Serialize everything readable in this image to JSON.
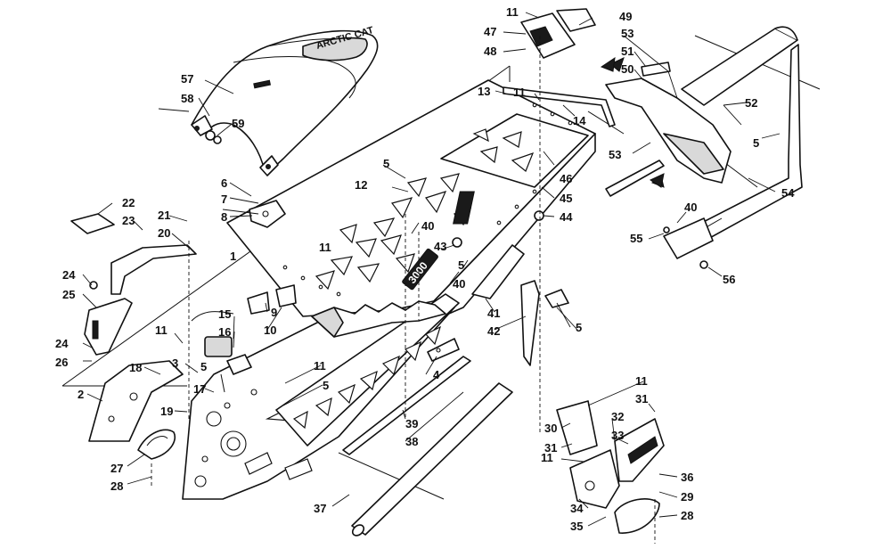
{
  "diagram": {
    "callouts": [
      "1",
      "2",
      "3",
      "4",
      "5",
      "6",
      "7",
      "8",
      "9",
      "10",
      "11",
      "12",
      "13",
      "14",
      "15",
      "16",
      "17",
      "18",
      "19",
      "20",
      "21",
      "22",
      "23",
      "24",
      "25",
      "26",
      "27",
      "28",
      "29",
      "30",
      "31",
      "32",
      "33",
      "34",
      "35",
      "36",
      "37",
      "38",
      "39",
      "40",
      "41",
      "42",
      "43",
      "44",
      "45",
      "46",
      "47",
      "48",
      "49",
      "50",
      "51",
      "52",
      "53",
      "54",
      "55",
      "56",
      "57",
      "58",
      "59"
    ],
    "frame_badge": "3000",
    "seat_logo": "ARCTIC CAT"
  }
}
